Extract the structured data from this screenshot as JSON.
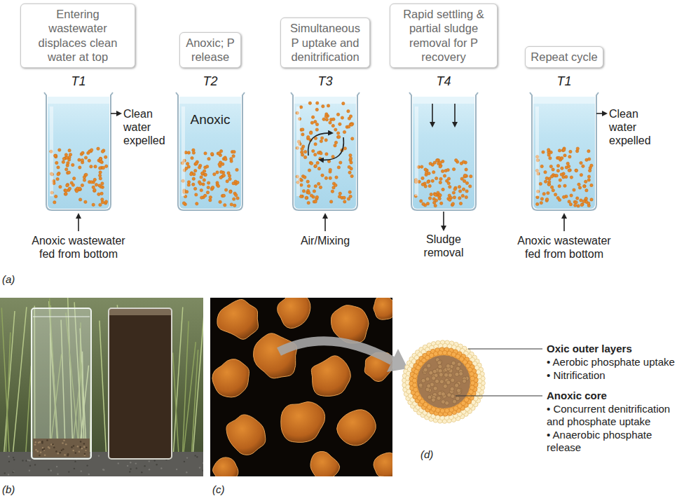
{
  "diagram": {
    "nodes": [
      {
        "text": [
          "Entering wastewater displaces clean water at top"
        ]
      },
      {
        "text": [
          "Anoxic; P release"
        ]
      },
      {
        "text": [
          "Simultaneous P uptake and denitrification"
        ]
      },
      {
        "text": [
          "Rapid settling & partial sludge removal for P recovery"
        ]
      },
      {
        "text": [
          "Repeat cycle"
        ]
      }
    ],
    "labels": [
      "T1",
      "T2",
      "T3",
      "T4",
      "T1",
      "Clean water expelled",
      "Anoxic wastewater fed from bottom",
      "Anoxic",
      "Air/Mixing",
      "Sludge removal",
      "Clean water expelled",
      "Anoxic wastewater fed from bottom",
      "(a)",
      "(b)",
      "(c)",
      "Oxic outer layers",
      "• Aerobic phosphate uptake",
      "• Nitrification",
      "Anoxic core",
      "• Concurrent denitrification and phosphate uptake",
      "• Anaerobic phosphate release",
      "(d)"
    ]
  }
}
